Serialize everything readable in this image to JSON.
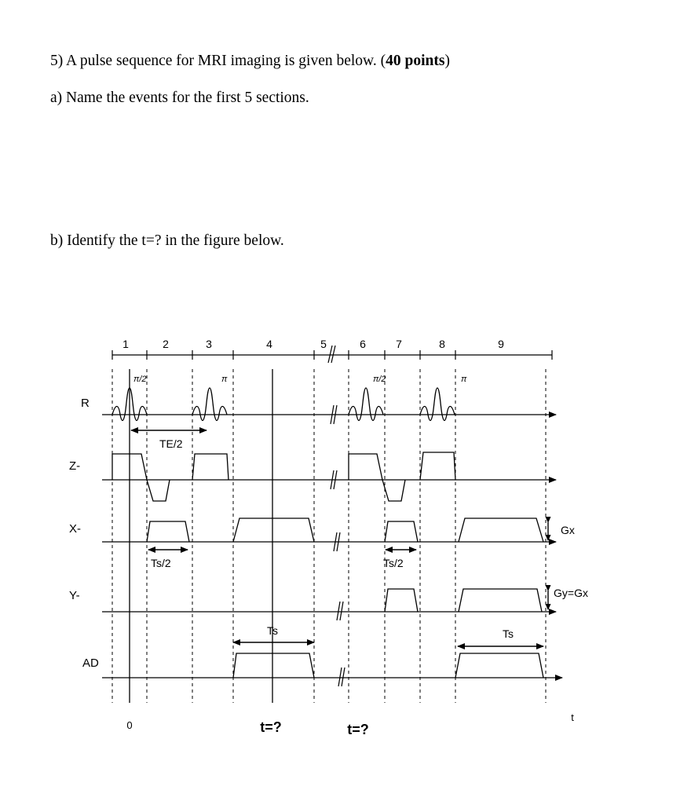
{
  "question": {
    "title_prefix": "5) A pulse sequence for MRI imaging is given below. (",
    "title_points": "40 points",
    "title_suffix": ")",
    "part_a": "a) Name the events for the first 5 sections.",
    "part_b": "b) Identify the t=? in the figure below."
  },
  "diagram": {
    "section_numbers": [
      "1",
      "2",
      "3",
      "4",
      "5",
      "6",
      "7",
      "8",
      "9"
    ],
    "row_labels": [
      "R",
      "Z-",
      "X-",
      "Y-",
      "AD"
    ],
    "rf_label_half": "π/2",
    "rf_label_pi": "π",
    "te_label": "TE/2",
    "ts_half_label": "Ts/2",
    "ts_label": "Ts",
    "gx_label": "Gx",
    "gy_label": "Gy=Gx",
    "zero_label": "0",
    "t_unknown_label": "t=?",
    "t_axis_label": "t"
  }
}
